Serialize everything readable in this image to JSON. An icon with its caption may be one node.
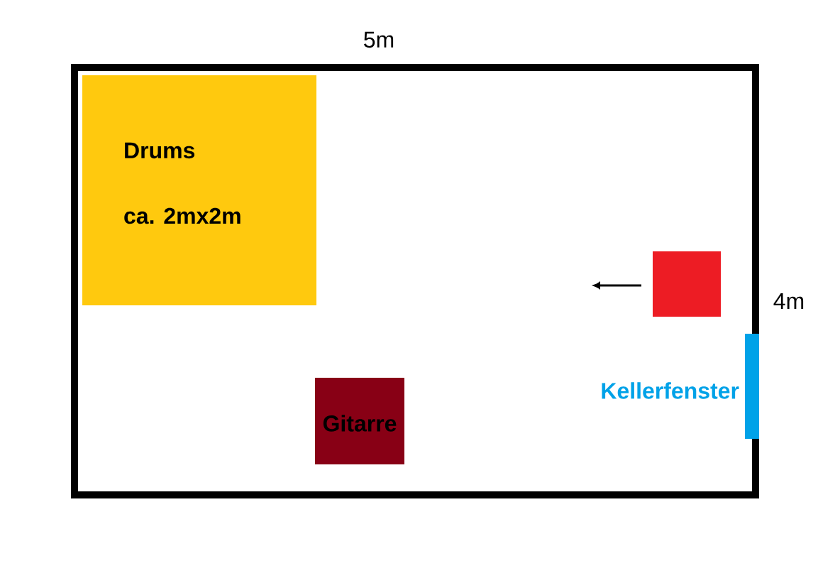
{
  "diagram": {
    "nodes": [
      {
        "text": [],
        "shape": "box"
      },
      {
        "text": [
          "Drums",
          "ca. 2mx2m"
        ],
        "in": 0
      },
      {
        "text": [
          "Gitarre"
        ],
        "in": 0
      },
      {
        "text": [],
        "shape": "box",
        "in": 0
      },
      {
        "text": [
          "Kellerfenster"
        ]
      }
    ],
    "labels": [
      "5m",
      "4m"
    ]
  }
}
